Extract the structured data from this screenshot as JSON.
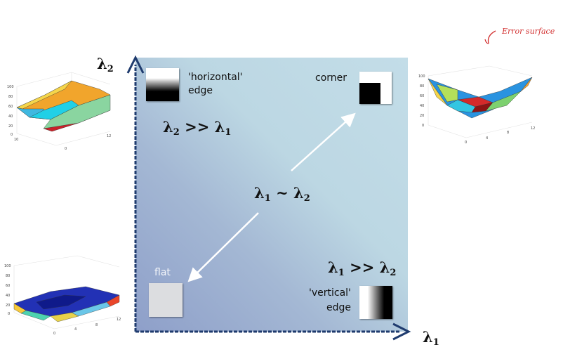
{
  "axes": {
    "x_symbol": "λ",
    "x_sub": "1",
    "y_symbol": "λ",
    "y_sub": "2"
  },
  "regions": {
    "horizontal_edge": {
      "line1": "'horizontal'",
      "line2": "edge",
      "cond_a": "λ",
      "cond_a_sub": "2",
      "op": " >> ",
      "cond_b": "λ",
      "cond_b_sub": "1"
    },
    "corner": {
      "label": "corner",
      "cond_a": "λ",
      "cond_a_sub": "1",
      "op": " ~ ",
      "cond_b": "λ",
      "cond_b_sub": "2"
    },
    "flat": {
      "label": "flat"
    },
    "vertical_edge": {
      "line1": "'vertical'",
      "line2": "edge",
      "cond_a": "λ",
      "cond_a_sub": "1",
      "op": " >> ",
      "cond_b": "λ",
      "cond_b_sub": "2"
    }
  },
  "annotation": {
    "text": "Error surface"
  },
  "colors": {
    "axis": "#1f3b6e",
    "arrow": "#ffffff",
    "annotation": "#d23030"
  }
}
